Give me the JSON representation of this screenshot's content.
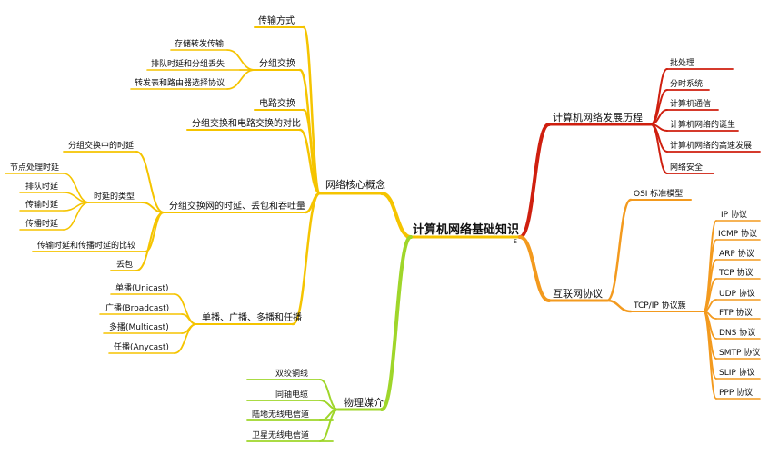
{
  "root": {
    "label": "计算机网络基础知识",
    "marker": "-E"
  },
  "colors": {
    "yellow": "#f5c400",
    "red": "#cf1f0f",
    "orange": "#f39a1e",
    "green": "#9fd62a"
  },
  "branches": {
    "core": {
      "label": "网络核心概念",
      "items": {
        "transmission": "传输方式",
        "packet_switching": {
          "label": "分组交换",
          "children": [
            "存储转发传输",
            "排队时延和分组丢失",
            "转发表和路由器选择协议"
          ]
        },
        "circuit_switching": "电路交换",
        "comparison": "分组交换和电路交换的对比",
        "delay": {
          "label": "分组交换网的时延、丢包和吞吐量",
          "children": {
            "packet_delay": "分组交换中的时延",
            "delay_types": {
              "label": "时延的类型",
              "children": [
                "节点处理时延",
                "排队时延",
                "传输时延",
                "传播时延"
              ]
            },
            "compare": "传输时延和传播时延的比较",
            "loss": "丢包"
          }
        },
        "casting": {
          "label": "单播、广播、多播和任播",
          "children": [
            "单播(Unicast)",
            "广播(Broadcast)",
            "多播(Multicast)",
            "任播(Anycast)"
          ]
        }
      }
    },
    "history": {
      "label": "计算机网络发展历程",
      "children": [
        "批处理",
        "分时系统",
        "计算机通信",
        "计算机网络的诞生",
        "计算机网络的高速发展",
        "网络安全"
      ]
    },
    "protocols": {
      "label": "互联网协议",
      "osi": "OSI 标准模型",
      "tcpip": {
        "label": "TCP/IP 协议簇",
        "children": [
          "IP 协议",
          "ICMP 协议",
          "ARP 协议",
          "TCP 协议",
          "UDP 协议",
          "FTP 协议",
          "DNS 协议",
          "SMTP 协议",
          "SLIP 协议",
          "PPP 协议"
        ]
      }
    },
    "media": {
      "label": "物理媒介",
      "children": [
        "双绞铜线",
        "同轴电缆",
        "陆地无线电信道",
        "卫星无线电信道"
      ]
    }
  }
}
